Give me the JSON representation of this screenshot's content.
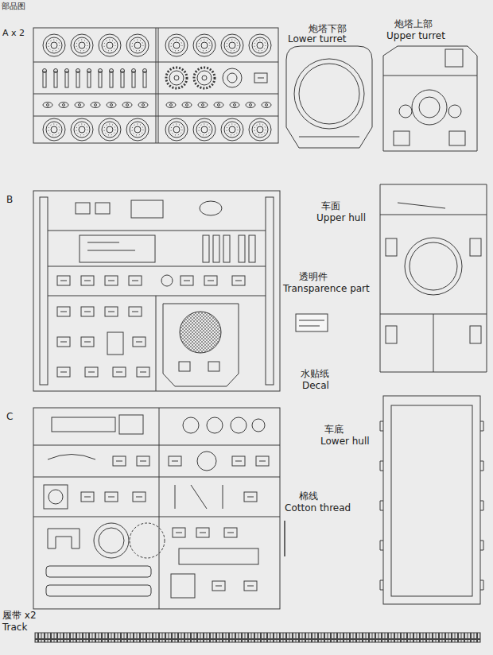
{
  "diagram": {
    "labels": [
      "部品图",
      "A x 2",
      "炮塔下部",
      "Lower turret",
      "炮塔上部",
      "Upper turret",
      "B",
      "车面",
      "Upper hull",
      "透明件",
      "Transparence part",
      "水贴纸",
      "Decal",
      "C",
      "车底",
      "Lower hull",
      "棉线",
      "Cotton thread",
      "履带 x2",
      "Track"
    ]
  }
}
